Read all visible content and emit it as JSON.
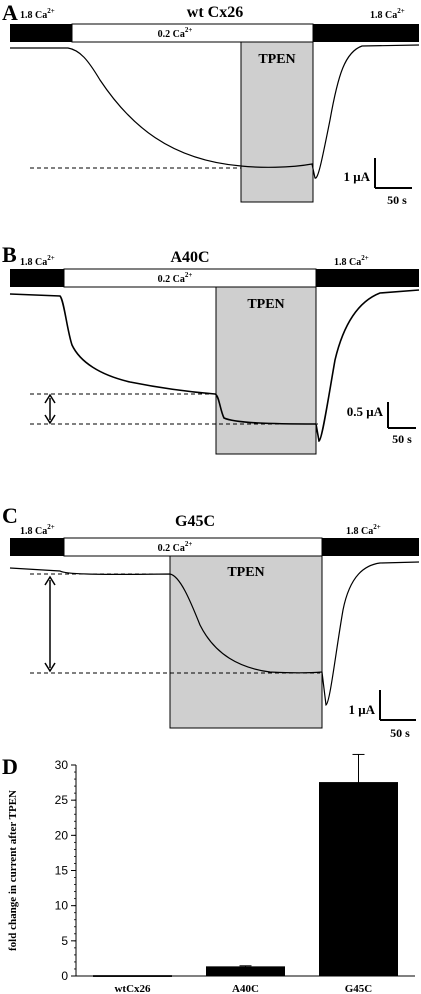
{
  "panels": [
    {
      "letter": "A",
      "title": "wt Cx26",
      "bar": {
        "left_label": "1.8 Ca",
        "middle_label": "0.2 Ca",
        "right_label": "1.8 Ca",
        "superscript": "2+"
      },
      "tpen_label": "TPEN",
      "scale": {
        "current_label": "1 μA",
        "time_label": "50 s"
      }
    },
    {
      "letter": "B",
      "title": "A40C",
      "bar": {
        "left_label": "1.8 Ca",
        "middle_label": "0.2 Ca",
        "right_label": "1.8 Ca",
        "superscript": "2+"
      },
      "tpen_label": "TPEN",
      "scale": {
        "current_label": "0.5 μA",
        "time_label": "50 s"
      }
    },
    {
      "letter": "C",
      "title": "G45C",
      "bar": {
        "left_label": "1.8 Ca",
        "middle_label": "0.2 Ca",
        "right_label": "1.8 Ca",
        "superscript": "2+"
      },
      "tpen_label": "TPEN",
      "scale": {
        "current_label": "1 μA",
        "time_label": "50 s"
      }
    }
  ],
  "chart_data": {
    "type": "bar",
    "panel_letter": "D",
    "categories": [
      "wtCx26",
      "A40C",
      "G45C"
    ],
    "values": [
      0.05,
      1.3,
      27.5
    ],
    "errors": [
      0,
      0.15,
      4.0
    ],
    "ylabel": "fold change in current after TPEN",
    "xlabel": "",
    "ylim": [
      0,
      30
    ],
    "yticks": [
      0,
      5,
      10,
      15,
      20,
      25,
      30
    ],
    "bar_color": "#000000",
    "grid": false
  }
}
